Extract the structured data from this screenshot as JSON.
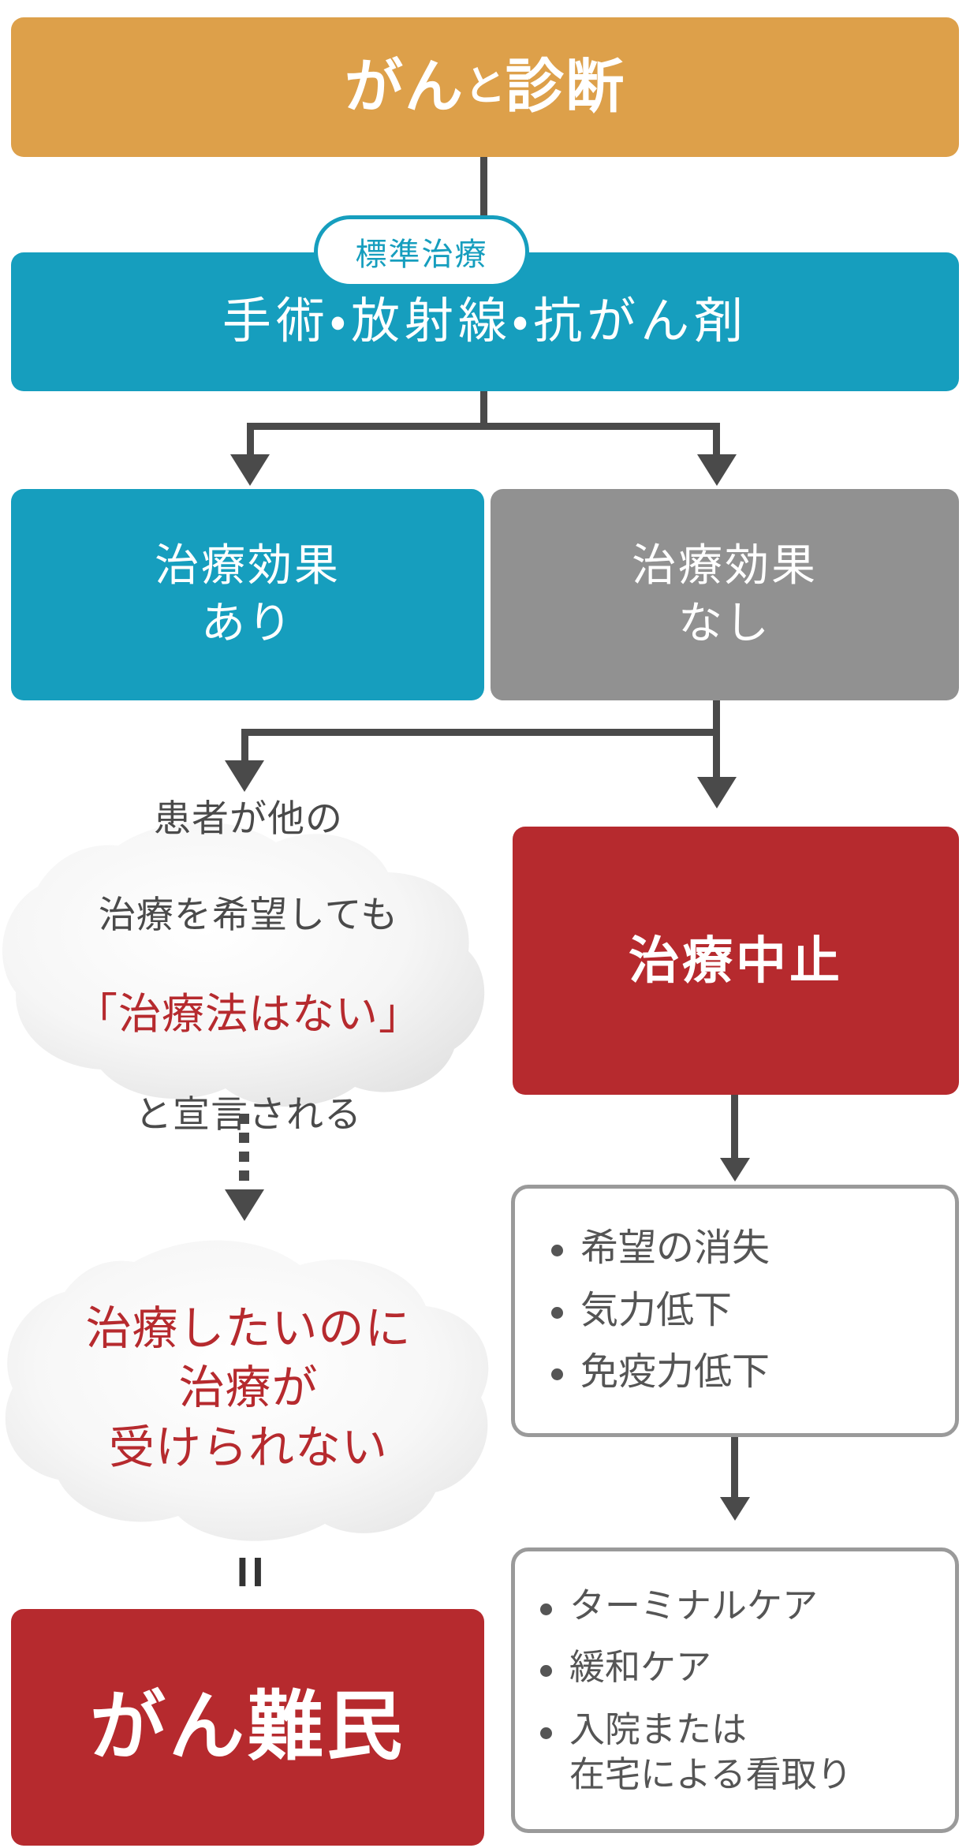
{
  "colors": {
    "orange": "#dda04a",
    "teal": "#169ebe",
    "gray": "#919191",
    "red": "#b62a2e",
    "connector": "#4a4a4a",
    "body_text": "#4a4a4a"
  },
  "nodes": {
    "diagnosis": {
      "main": "がん",
      "particle": "と",
      "tail": "診断"
    },
    "standard_badge": "標準治療",
    "standard_treatment": "手術・放射線・抗がん剤",
    "effect_yes": "治療効果\nあり",
    "effect_no": "治療効果\nなし",
    "treatment_stop": "治療中止",
    "declaration": {
      "line1": "患者が他の",
      "line2": "治療を希望しても",
      "highlight": "「治療法はない」",
      "line4": "と宣言される"
    },
    "cannot_receive": "治療したいのに\n治療が\n受けられない",
    "equals": "=",
    "final": "がん難民"
  },
  "lists": {
    "effects": {
      "items": [
        "希望の消失",
        "気力低下",
        "免疫力低下"
      ]
    },
    "care": {
      "items": [
        "ターミナルケア",
        "緩和ケア",
        "入院または\n在宅による看取り"
      ]
    }
  },
  "icons": {
    "arrow_down": "arrow-down-icon",
    "arrow_dotted": "dotted-arrow-icon",
    "bullet": "bullet-dot-icon"
  }
}
